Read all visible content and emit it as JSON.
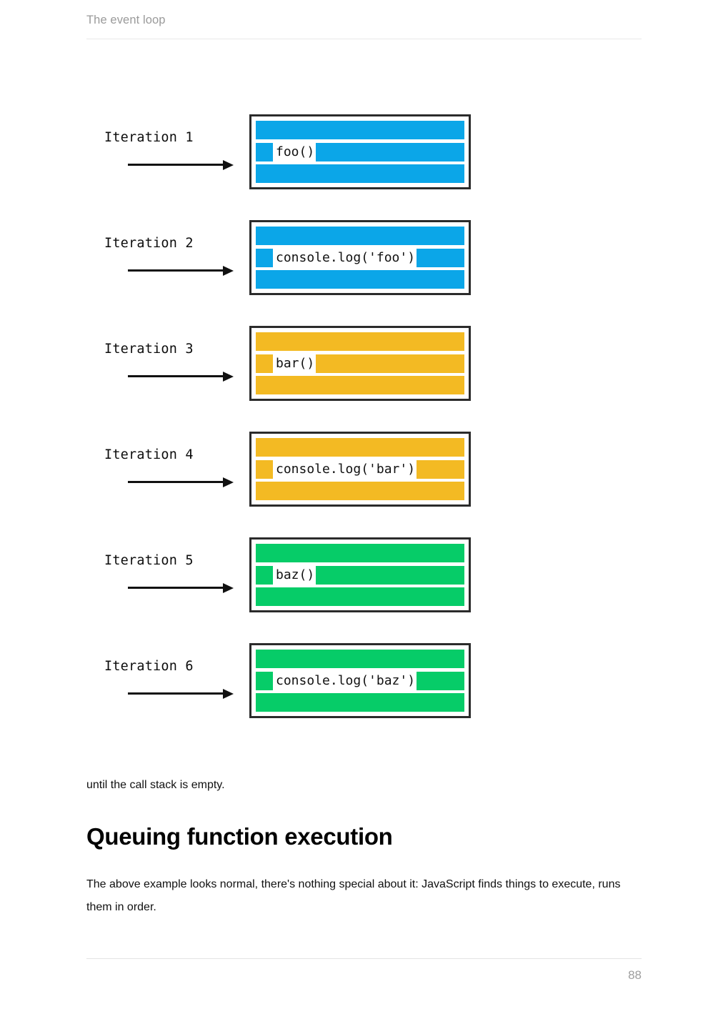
{
  "header": {
    "title": "The event loop"
  },
  "figure": {
    "name": "call-stack-iterations-diagram",
    "colors": {
      "blue": "#0BA6E8",
      "orange": "#F3BA23",
      "green": "#06CC68",
      "box_border": "#2b2b2b",
      "plate": "#ffffff"
    },
    "iterations": [
      {
        "label": "Iteration 1",
        "code": "foo()",
        "color": "#0BA6E8",
        "color_name": "blue"
      },
      {
        "label": "Iteration 2",
        "code": "console.log('foo')",
        "color": "#0BA6E8",
        "color_name": "blue"
      },
      {
        "label": "Iteration 3",
        "code": "bar()",
        "color": "#F3BA23",
        "color_name": "orange"
      },
      {
        "label": "Iteration 4",
        "code": "console.log('bar')",
        "color": "#F3BA23",
        "color_name": "orange"
      },
      {
        "label": "Iteration 5",
        "code": "baz()",
        "color": "#06CC68",
        "color_name": "green"
      },
      {
        "label": "Iteration 6",
        "code": "console.log('baz')",
        "color": "#06CC68",
        "color_name": "green"
      }
    ]
  },
  "content": {
    "caption_note": "until the call stack is empty.",
    "heading": "Queuing function execution",
    "paragraph": "The above example looks normal, there's nothing special about it: JavaScript finds things to execute, runs them in order."
  },
  "footer": {
    "page_number": "88"
  }
}
